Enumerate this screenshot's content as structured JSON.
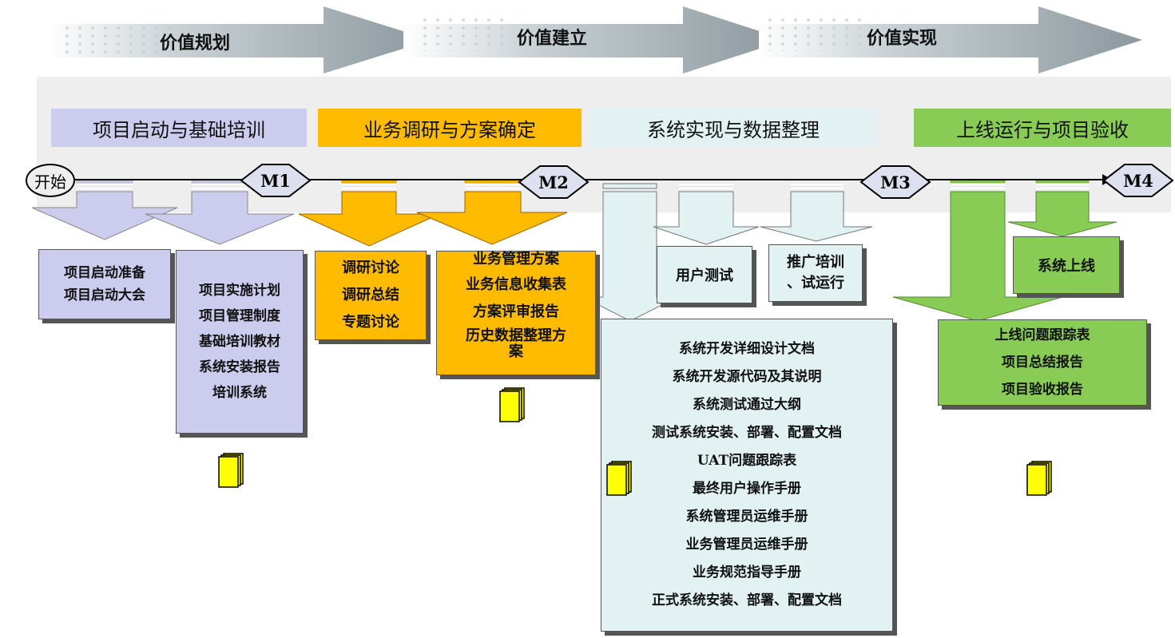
{
  "value_chain": [
    "价值规划",
    "价值建立",
    "价值实现"
  ],
  "phases": [
    {
      "label": "项目启动与基础培训",
      "color": "#ccccee"
    },
    {
      "label": "业务调研与方案确定",
      "color": "#ffbb00"
    },
    {
      "label": "系统实现与数据整理",
      "color": "#e2f2f2"
    },
    {
      "label": "上线运行与项目验收",
      "color": "#88cc55"
    }
  ],
  "timeline": {
    "start": "开始",
    "milestones": [
      "M1",
      "M2",
      "M3",
      "M4"
    ]
  },
  "deliverables": {
    "b1": [
      "项目启动准备",
      "项目启动大会"
    ],
    "b2": [
      "项目实施计划",
      "项目管理制度",
      "基础培训教材",
      "系统安装报告",
      "培训系统"
    ],
    "b3": [
      "调研讨论",
      "调研总结",
      "专题讨论"
    ],
    "b4": [
      "业务管理方案",
      "业务信息收集表",
      "方案评审报告",
      "历史数据整理方",
      "案"
    ],
    "b5": [
      "用户测试"
    ],
    "b6": [
      "推广培训",
      "、试运行"
    ],
    "b7": [
      "系统开发详细设计文档",
      "系统开发源代码及其说明",
      "系统测试通过大纲",
      "测试系统安装、部署、配置文档",
      "UAT问题跟踪表",
      "最终用户操作手册",
      "系统管理员运维手册",
      "业务管理员运维手册",
      "业务规范指导手册",
      "正式系统安装、部署、配置文档"
    ],
    "b8": [
      "系统上线"
    ],
    "b9": [
      "上线问题跟踪表",
      "项目总结报告",
      "项目验收报告"
    ]
  },
  "colors": {
    "lavender": "#ccccee",
    "orange": "#ffbb00",
    "light_cyan": "#e2f2f2",
    "green": "#88cc55",
    "doc_yellow": "#ffff00",
    "arrow_gray": "#a0aab0"
  }
}
